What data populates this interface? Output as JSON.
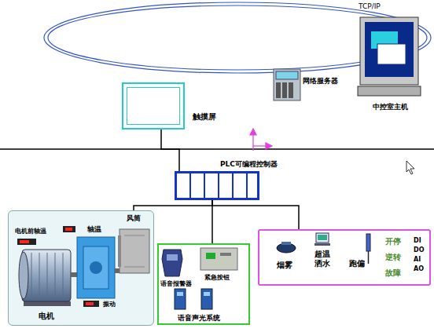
{
  "diagram": {
    "nodes": [
      {
        "text": [
          "触摸屏"
        ]
      },
      {
        "text": [
          "网络服务器"
        ]
      },
      {
        "text": [
          "中控室主机"
        ]
      },
      {
        "text": [
          "PLC可编程控制器"
        ]
      },
      {
        "text": [
          "电机前轴温",
          "轴温",
          "风筒",
          "振动",
          "电机"
        ]
      },
      {
        "text": [
          "语音报警器",
          "紧急按钮",
          "语音声光系统"
        ]
      },
      {
        "text": [
          "烟雾",
          "超温洒水",
          "跑偏",
          "开停",
          "逆转",
          "故障",
          "DI",
          "DO",
          "AI",
          "AO"
        ]
      }
    ],
    "edges": [
      {
        "from": 0,
        "to": 3,
        "arrow": "none"
      },
      {
        "from": 3,
        "to": 4,
        "arrow": "none"
      },
      {
        "from": 3,
        "to": 5,
        "arrow": "none"
      },
      {
        "from": 3,
        "to": 6,
        "arrow": "none"
      }
    ],
    "labels": [
      "TCP/IP"
    ]
  }
}
